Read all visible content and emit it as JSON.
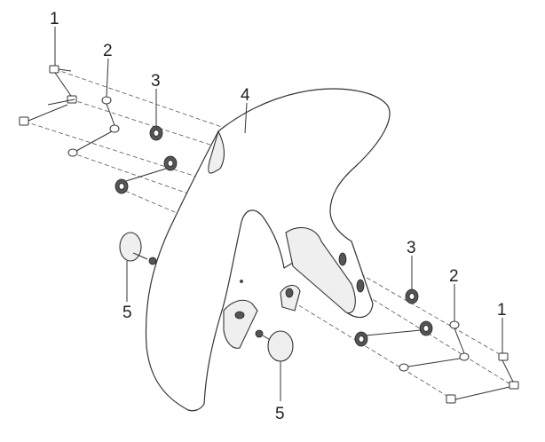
{
  "callouts": [
    {
      "id": "c1a",
      "label": "1"
    },
    {
      "id": "c2a",
      "label": "2"
    },
    {
      "id": "c3a",
      "label": "3"
    },
    {
      "id": "c4",
      "label": "4"
    },
    {
      "id": "c5a",
      "label": "5"
    },
    {
      "id": "c3b",
      "label": "3"
    },
    {
      "id": "c2b",
      "label": "2"
    },
    {
      "id": "c1b",
      "label": "1"
    },
    {
      "id": "c5b",
      "label": "5"
    }
  ]
}
